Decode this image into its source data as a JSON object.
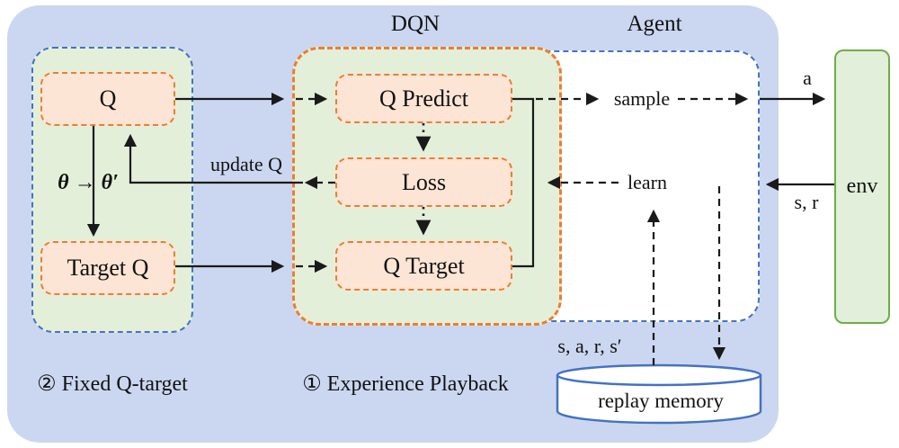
{
  "colors": {
    "background_blue": "#cbd7f0",
    "panel_green": "#e4efda",
    "box_orange_fill": "#fce5d5",
    "orange_border": "#ed7d31",
    "blue_border": "#4472c4",
    "env_green_border": "#70ad47",
    "replay_memory_border": "#4472c4",
    "line_black": "#1a1a1a"
  },
  "header": {
    "dqn": "DQN",
    "agent": "Agent"
  },
  "fixed_q_target_group": {
    "q": "Q",
    "target_q": "Target Q",
    "theta": "θ → θ′",
    "caption": "② Fixed Q-target"
  },
  "dqn_group": {
    "q_predict": "Q Predict",
    "loss": "Loss",
    "q_target": "Q Target",
    "caption": "① Experience Playback"
  },
  "flow_labels": {
    "sample": "sample",
    "learn": "learn",
    "update_q": "update Q",
    "action": "a",
    "state_reward": "s, r",
    "transition": "s, a, r, s′"
  },
  "env": {
    "label": "env"
  },
  "replay_memory": {
    "label": "replay memory"
  }
}
